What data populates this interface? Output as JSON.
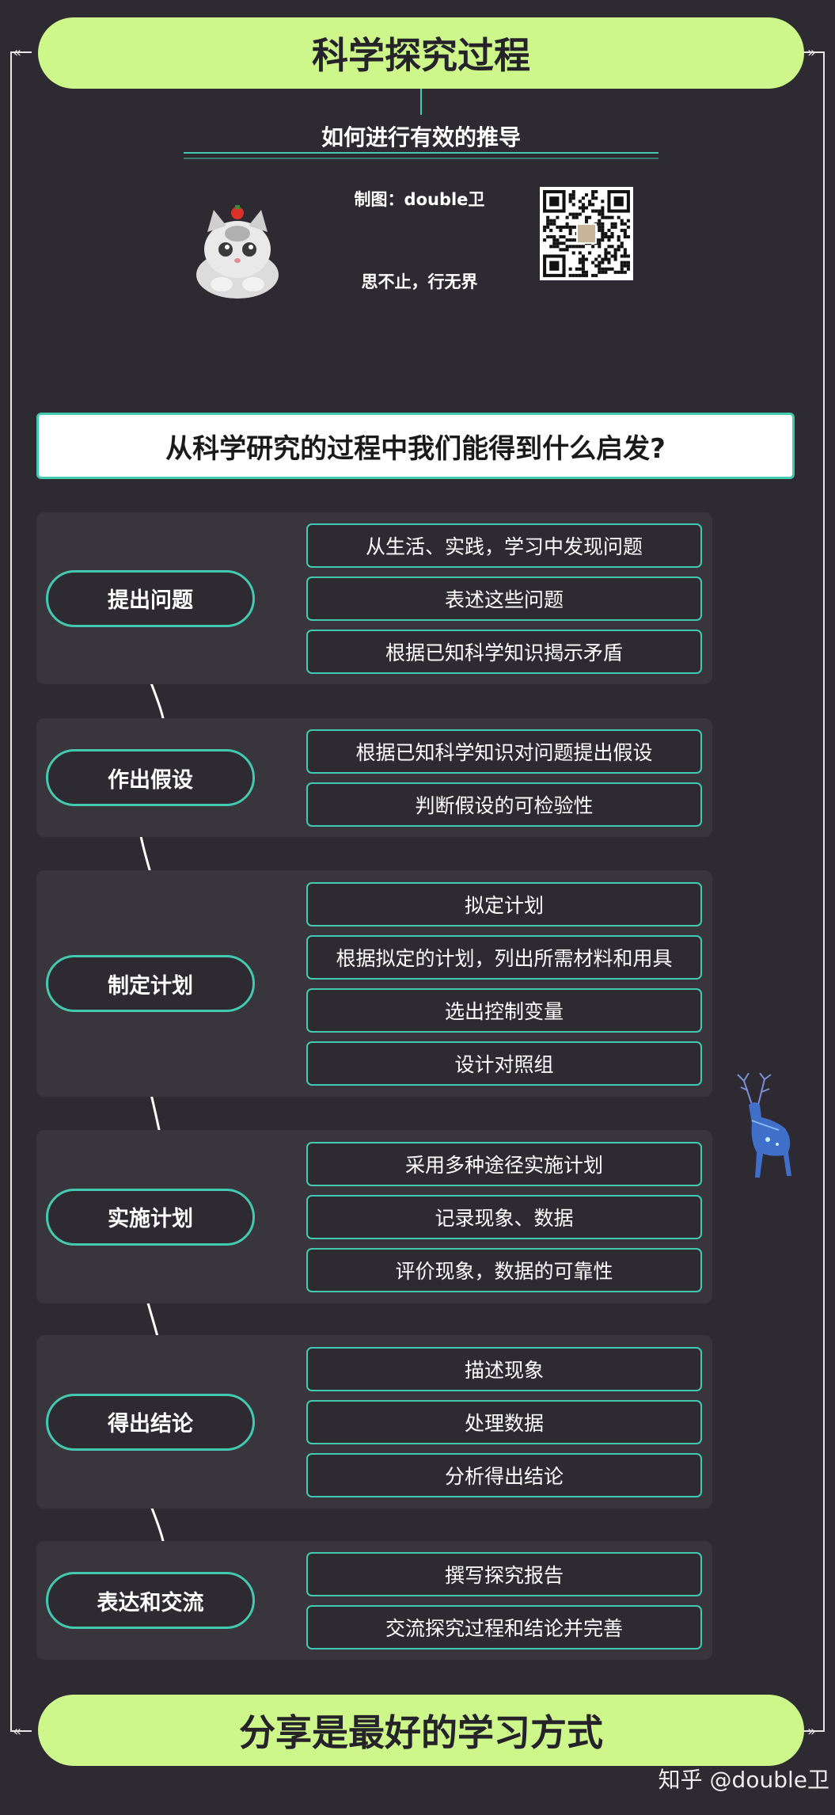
{
  "header": {
    "title": "科学探究过程",
    "subtitle": "如何进行有效的推导",
    "author": "制图：double卫",
    "motto": "思不止，行无界"
  },
  "question": "从科学研究的过程中我们能得到什么启发?",
  "stages": [
    {
      "label": "提出问题",
      "items": [
        "从生活、实践，学习中发现问题",
        "表述这些问题",
        "根据已知科学知识揭示矛盾"
      ]
    },
    {
      "label": "作出假设",
      "items": [
        "根据已知科学知识对问题提出假设",
        "判断假设的可检验性"
      ]
    },
    {
      "label": "制定计划",
      "items": [
        "拟定计划",
        "根据拟定的计划，列出所需材料和用具",
        "选出控制变量",
        "设计对照组"
      ]
    },
    {
      "label": "实施计划",
      "items": [
        "采用多种途径实施计划",
        "记录现象、数据",
        "评价现象，数据的可靠性"
      ]
    },
    {
      "label": "得出结论",
      "items": [
        "描述现象",
        "处理数据",
        "分析得出结论"
      ]
    },
    {
      "label": "表达和交流",
      "items": [
        "撰写探究报告",
        "交流探究过程和结论并完善"
      ]
    }
  ],
  "footer": {
    "title": "分享是最好的学习方式",
    "watermark": "知乎 @double卫"
  },
  "colors": {
    "background": "#2d2a31",
    "accent_green": "#cdf78b",
    "teal": "#43c9ad"
  }
}
